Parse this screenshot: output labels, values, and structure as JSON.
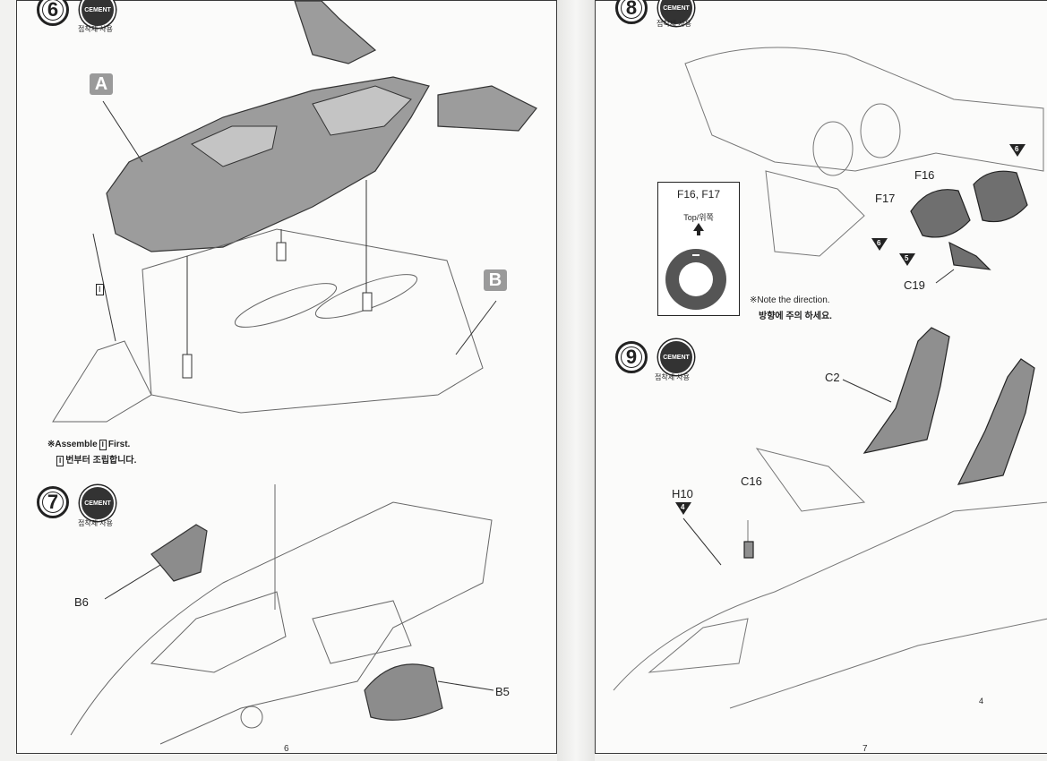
{
  "left_page": {
    "page_number": "6",
    "step6": {
      "number": "6",
      "cement_label": "CEMENT",
      "cement_caption": "접착제 사용",
      "badge_a": "A",
      "badge_b": "B",
      "badge_i": "I",
      "note_line1_prefix": "※Assemble",
      "note_line1_suffix": "First.",
      "note_line2": "번부터 조립합니다."
    },
    "step7": {
      "number": "7",
      "cement_label": "CEMENT",
      "cement_caption": "접착제 사용",
      "part_b6": "B6",
      "part_b5": "B5"
    }
  },
  "right_page": {
    "page_number": "7",
    "step8": {
      "number": "8",
      "cement_label": "CEMENT",
      "cement_caption": "접착제 사용",
      "part_f16": "F16",
      "part_f17": "F17",
      "part_c19": "C19",
      "tri_6a": "6",
      "tri_6b": "6",
      "tri_5": "5",
      "inset_title": "F16, F17",
      "inset_top": "Top/위쪽",
      "note_line1": "※Note the direction.",
      "note_line2": "방향에 주의 하세요."
    },
    "step9": {
      "number": "9",
      "cement_label": "CEMENT",
      "cement_caption": "접착제 사용",
      "part_c2": "C2",
      "part_c16": "C16",
      "part_h10": "H10",
      "tri_4": "4",
      "corner_4": "4"
    }
  }
}
